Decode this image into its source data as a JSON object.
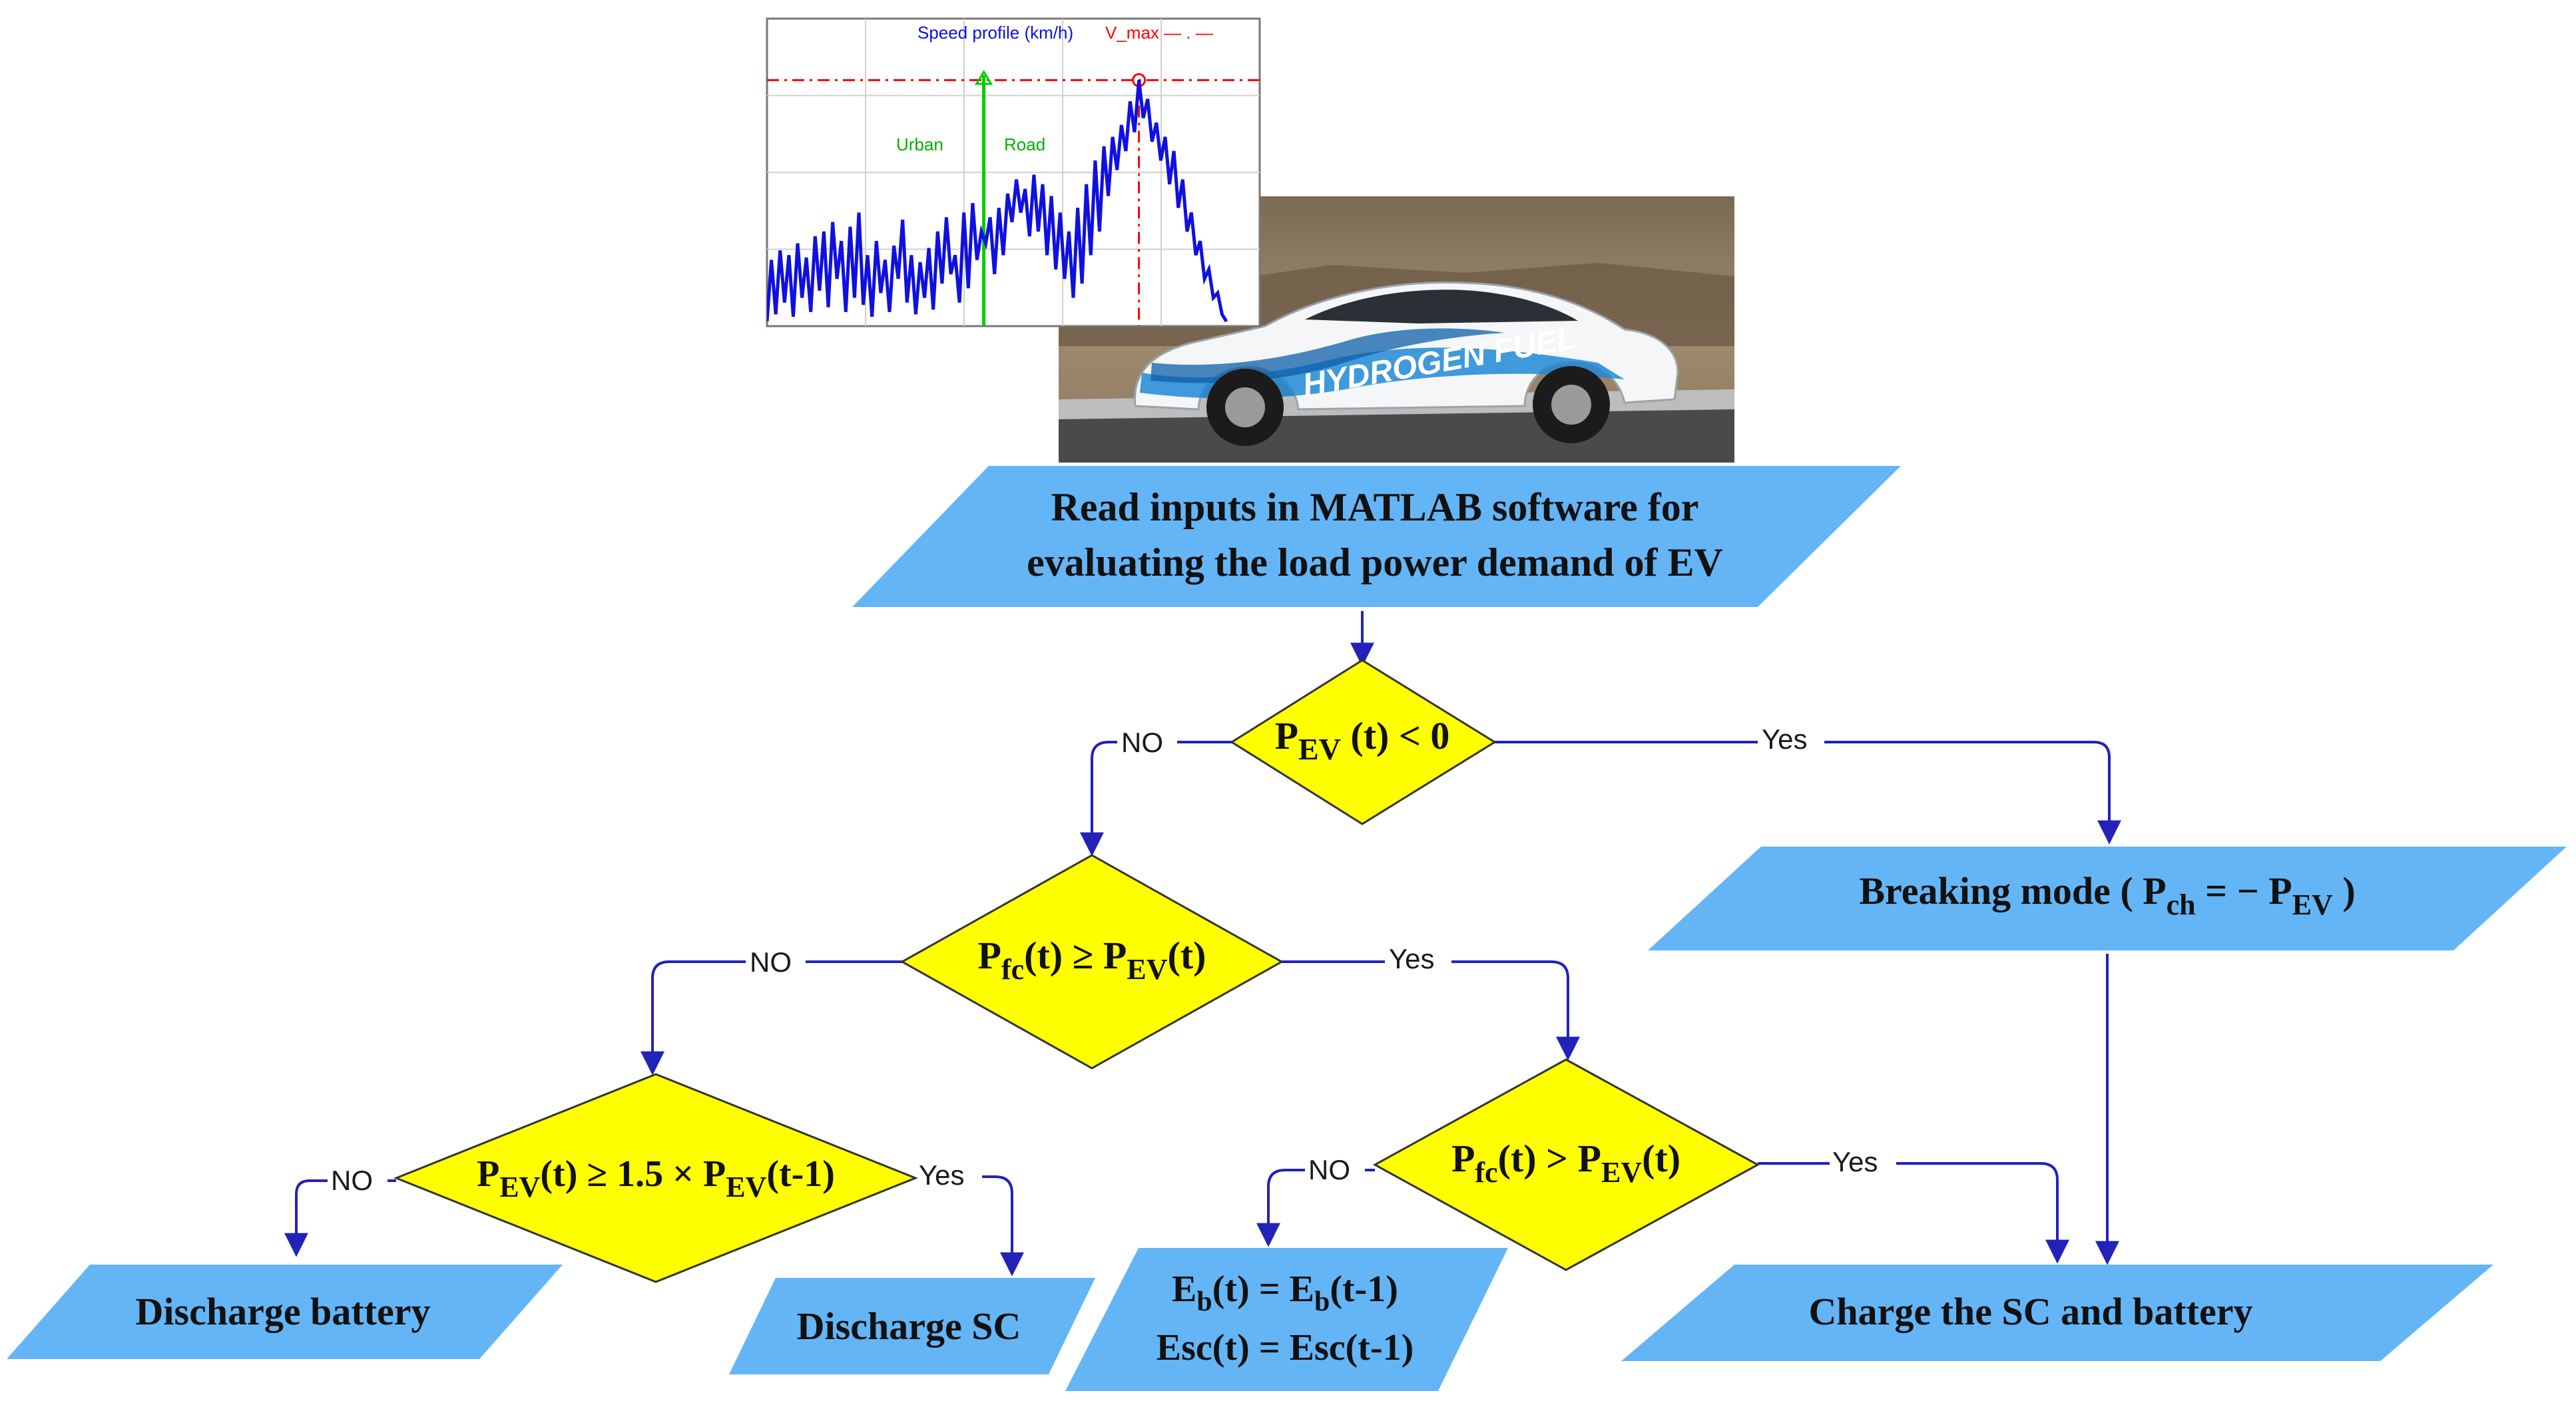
{
  "colors": {
    "parallelogram": "#64b5f6",
    "diamond": "#ffff00",
    "diamond_border": "#333333",
    "connector": "#2222bb",
    "speed_line": "#1010e0",
    "vmax_line": "#ff0000",
    "zone_line": "#00cc00"
  },
  "chart": {
    "legend_speed": "Speed profile (km/h)",
    "legend_vmax": "V_max — . —",
    "zone_urban": "Urban",
    "zone_road": "Road"
  },
  "chart_data": {
    "type": "line",
    "title": "",
    "series": [
      {
        "name": "Speed profile (km/h)",
        "values": [
          2,
          28,
          5,
          32,
          10,
          30,
          4,
          35,
          12,
          29,
          6,
          38,
          15,
          40,
          8,
          44,
          20,
          36,
          6,
          42,
          12,
          48,
          9,
          30,
          4,
          36,
          14,
          28,
          6,
          34,
          20,
          45,
          10,
          30,
          5,
          27,
          12,
          33,
          7,
          40,
          18,
          46,
          22,
          30,
          10,
          48,
          16,
          52,
          28,
          40,
          35,
          46,
          22,
          50,
          30,
          56,
          44,
          62,
          48,
          58,
          38,
          64,
          40,
          60,
          30,
          55,
          24,
          48,
          20,
          40,
          12,
          50,
          18,
          60,
          30,
          70,
          40,
          76,
          55,
          80,
          66,
          85,
          74,
          95,
          82,
          104,
          88,
          96,
          78,
          86,
          70,
          80,
          60,
          74,
          50,
          62,
          40,
          48,
          30,
          36,
          20,
          24,
          12,
          14,
          5,
          2
        ],
        "color": "#1010e0"
      }
    ],
    "markers": [
      "V_max",
      "Urban",
      "Road"
    ]
  },
  "car_photo": {
    "livery_text": "HYDROGEN FUEL"
  },
  "nodes": {
    "read_inputs": {
      "line1": "Read inputs in MATLAB software for",
      "line2": "evaluating the load power demand of EV"
    },
    "dec_pev_lt_zero": {
      "p": "P",
      "sub": "EV",
      "rest": " (t) < 0"
    },
    "braking_mode": {
      "pre": "Breaking mode ( P",
      "sub1": "ch",
      "mid": " = − P",
      "sub2": "EV",
      "post": " )"
    },
    "dec_pfc_ge_pev": {
      "p1": "P",
      "sub1": "fc",
      "mid": "(t) ≥ P",
      "sub2": "EV",
      "post": "(t)"
    },
    "dec_pev_ge_15": {
      "p1": "P",
      "sub1": "EV",
      "mid": "(t) ≥ 1.5 × P",
      "sub2": "EV",
      "post": "(t-1)"
    },
    "dec_pfc_gt_pev": {
      "p1": "P",
      "sub1": "fc",
      "mid": "(t) > P",
      "sub2": "EV",
      "post": "(t)"
    },
    "discharge_battery": "Discharge battery",
    "discharge_sc": "Discharge SC",
    "hold_energy": {
      "l1_pre": "E",
      "l1_sub1": "b",
      "l1_mid": "(t) = E",
      "l1_sub2": "b",
      "l1_post": "(t-1)",
      "l2": "Esc(t) = Esc(t-1)"
    },
    "charge": "Charge the SC  and battery"
  },
  "edge_labels": {
    "no1": "NO",
    "yes1": "Yes",
    "no2": "NO",
    "yes2": "Yes",
    "no3": "NO",
    "yes3": "Yes",
    "no4": "NO",
    "yes4": "Yes"
  }
}
